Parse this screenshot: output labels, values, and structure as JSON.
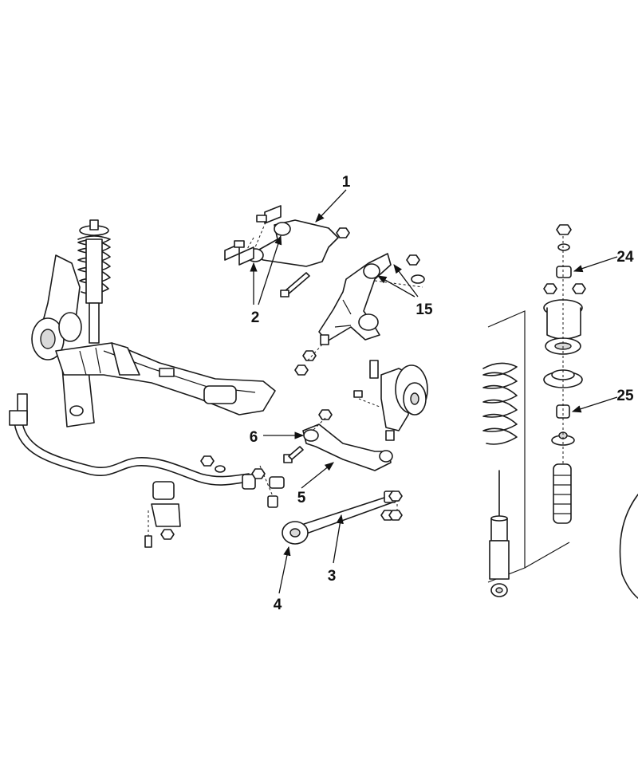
{
  "callouts": [
    {
      "id": "c1",
      "text": "1"
    },
    {
      "id": "c2",
      "text": "2"
    },
    {
      "id": "c3",
      "text": "3"
    },
    {
      "id": "c4",
      "text": "4"
    },
    {
      "id": "c5",
      "text": "5"
    },
    {
      "id": "c6",
      "text": "6"
    },
    {
      "id": "c15",
      "text": "15"
    },
    {
      "id": "c24",
      "text": "24"
    },
    {
      "id": "c25",
      "text": "25"
    }
  ],
  "colors": {
    "line": "#1a1a1a",
    "shade": "#d9d9d9",
    "background": "#ffffff"
  }
}
